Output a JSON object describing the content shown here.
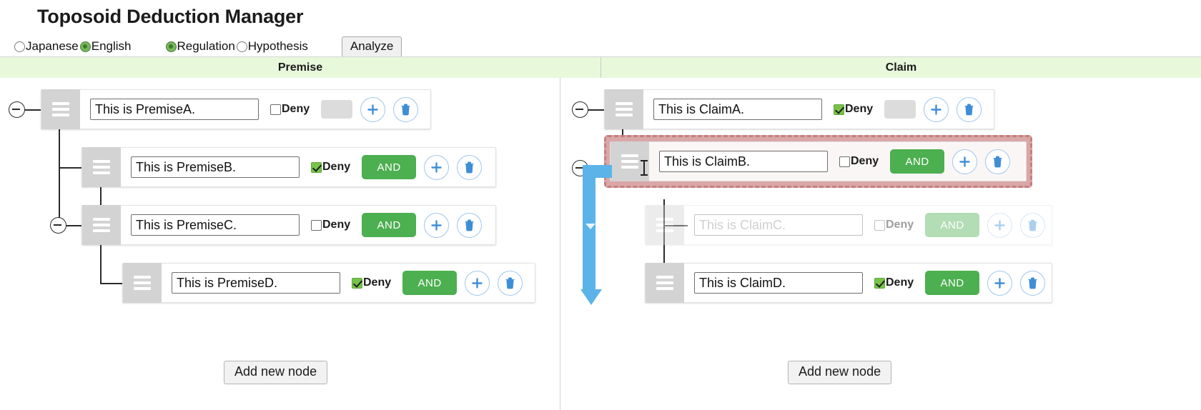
{
  "app": {
    "title": "Toposoid Deduction Manager"
  },
  "options": {
    "language": [
      {
        "label": "Japanese",
        "selected": false
      },
      {
        "label": "English",
        "selected": true
      }
    ],
    "kind": [
      {
        "label": "Regulation",
        "selected": true
      },
      {
        "label": "Hypothesis",
        "selected": false
      }
    ],
    "analyze_label": "Analyze"
  },
  "panels": {
    "premise": {
      "title": "Premise",
      "add_node_label": "Add new node",
      "nodes": [
        {
          "text": "This is PremiseA.",
          "placeholder": "",
          "deny": false,
          "operator": "",
          "has_operator": false,
          "collapse": true,
          "ghost": false,
          "dragging": false
        },
        {
          "text": "This is PremiseB.",
          "placeholder": "",
          "deny": true,
          "operator": "AND",
          "has_operator": true,
          "collapse": false,
          "ghost": false,
          "dragging": false
        },
        {
          "text": "This is PremiseC.",
          "placeholder": "",
          "deny": false,
          "operator": "AND",
          "has_operator": true,
          "collapse": true,
          "ghost": false,
          "dragging": false
        },
        {
          "text": "This is PremiseD.",
          "placeholder": "",
          "deny": true,
          "operator": "AND",
          "has_operator": true,
          "collapse": false,
          "ghost": false,
          "dragging": false
        }
      ]
    },
    "claim": {
      "title": "Claim",
      "add_node_label": "Add new node",
      "nodes": [
        {
          "text": "This is ClaimA.",
          "placeholder": "",
          "deny": true,
          "operator": "",
          "has_operator": false,
          "collapse": true,
          "ghost": false,
          "dragging": false
        },
        {
          "text": "This is ClaimB.",
          "placeholder": "",
          "deny": false,
          "operator": "AND",
          "has_operator": true,
          "collapse": true,
          "ghost": false,
          "dragging": true
        },
        {
          "text": "",
          "placeholder": "This is ClaimC.",
          "deny": false,
          "operator": "AND",
          "has_operator": true,
          "collapse": false,
          "ghost": true,
          "dragging": false
        },
        {
          "text": "This is ClaimD.",
          "placeholder": "",
          "deny": true,
          "operator": "AND",
          "has_operator": true,
          "collapse": false,
          "ghost": false,
          "dragging": false
        }
      ]
    }
  },
  "labels": {
    "deny": "Deny",
    "add_icon": "plus-icon",
    "delete_icon": "trash-icon",
    "drag_handle_icon": "drag-handle-icon",
    "collapse_icon": "collapse-minus-icon"
  },
  "colors": {
    "band": "#e8f8db",
    "operator_green": "#4caf50",
    "deny_checked": "#78c34a",
    "drag_highlight": "#d9a7a7",
    "drag_path": "#5cb3e8",
    "icon_blue": "#3e8ed6"
  }
}
